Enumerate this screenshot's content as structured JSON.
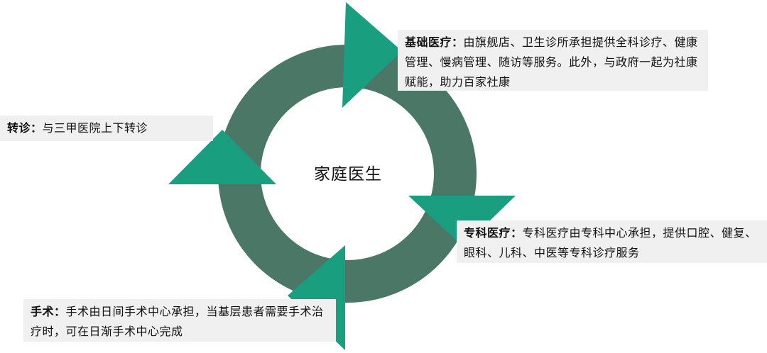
{
  "center_label": "家庭医生",
  "colors": {
    "ring": "#4a7766",
    "arrow": "#1a9e80",
    "box_bg": "#f0f0f0"
  },
  "boxes": {
    "basic": {
      "title": "基础医疗：",
      "text": "由旗舰店、卫生诊所承担提供全科诊疗、健康管理、慢病管理、随访等服务。此外，与政府一起为社康赋能，助力百家社康"
    },
    "transfer": {
      "title": "转诊：",
      "text": "与三甲医院上下转诊"
    },
    "specialty": {
      "title": "专科医疗：",
      "text": "专科医疗由专科中心承担，提供口腔、健复、眼科、儿科、中医等专科诊疗服务"
    },
    "surgery": {
      "title": "手术：",
      "text": "手术由日间手术中心承担，当基层患者需要手术治疗时，可在日渐手术中心完成"
    }
  }
}
